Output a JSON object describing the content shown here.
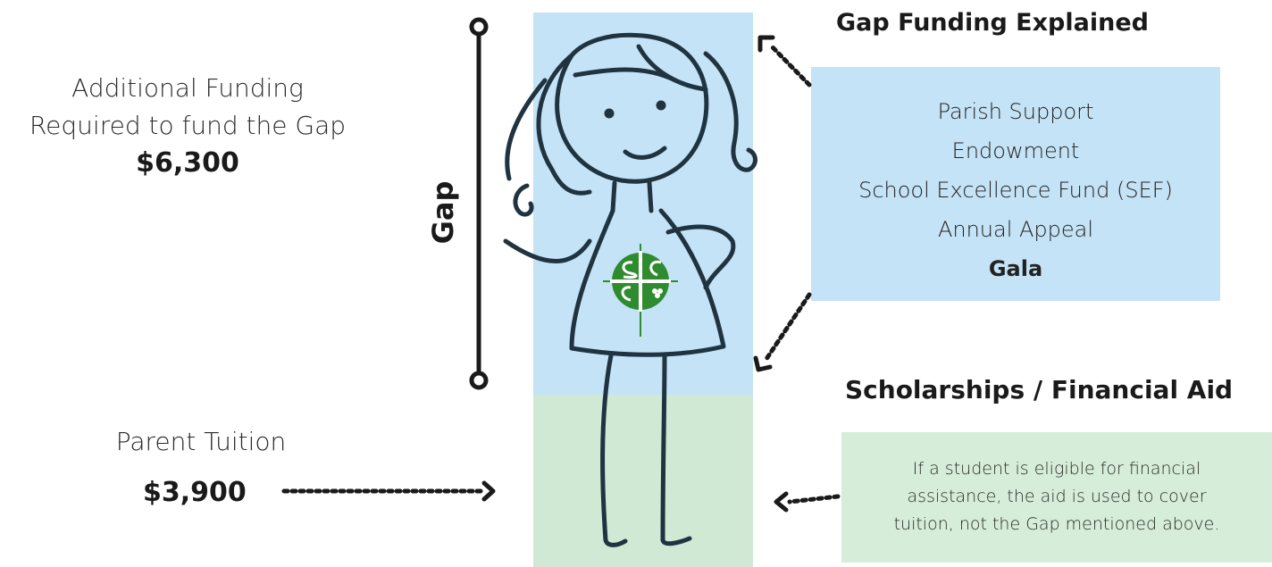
{
  "left": {
    "funding_line1": "Additional Funding",
    "funding_line2": "Required to fund the Gap",
    "funding_amount": "$6,300",
    "tuition_label": "Parent Tuition",
    "tuition_amount": "$3,900"
  },
  "gap_label": "Gap",
  "gap_funding": {
    "title": "Gap Funding Explained",
    "items": [
      "Parish Support",
      "Endowment",
      "School Excellence Fund (SEF)",
      "Annual Appeal",
      "Gala"
    ]
  },
  "scholarships": {
    "title": "Scholarships / Financial Aid",
    "line1": "If a student is eligible for financial",
    "line2": "assistance, the aid is used to cover",
    "line3": "tuition, not the Gap mentioned above."
  },
  "colors": {
    "gap_panel": "#c5e3f6",
    "tuition_panel": "#cfe9d4",
    "logo_green": "#2e8b2e",
    "outline": "#1f3340"
  },
  "icons": [
    "stick-figure-girl",
    "school-logo",
    "dotted-arrow"
  ]
}
